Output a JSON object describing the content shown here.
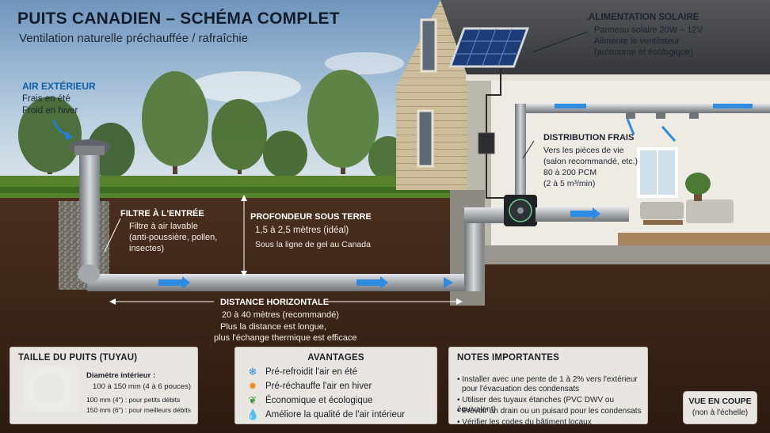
{
  "title": "PUITS CANADIEN – SCHÉMA COMPLET",
  "subtitle": "Ventilation naturelle préchauffée / rafraîchie",
  "air_exterieur": {
    "heading": "AIR EXTÉRIEUR",
    "line1": "Frais en été",
    "line2": "Froid en hiver"
  },
  "solaire": {
    "heading": "ALIMENTATION SOLAIRE",
    "line1": "Panneau solaire 20W – 12V",
    "line2": "Alimente le ventilateur",
    "line3": "(autonome et écologique)"
  },
  "distribution": {
    "heading": "DISTRIBUTION FRAIS",
    "line1": "Vers les pièces de vie",
    "line2": "(salon recommandé, etc.)",
    "line3": "80 à 200 PCM",
    "line4": "(2 à 5 m³/min)"
  },
  "filtre": {
    "heading": "FILTRE À L'ENTRÉE",
    "line1": "Filtre à air lavable",
    "line2": "(anti-poussière, pollen,",
    "line3": "insectes)"
  },
  "profondeur": {
    "heading": "PROFONDEUR SOUS TERRE",
    "line1": "1,5 à 2,5 mètres (idéal)",
    "line2": "Sous la ligne de gel au Canada"
  },
  "distance": {
    "heading": "DISTANCE HORIZONTALE",
    "line1": "20 à 40 mètres (recommandé)",
    "line2": "Plus la distance est longue,",
    "line3": "plus l'échange thermique est efficace"
  },
  "taille": {
    "heading": "TAILLE DU PUITS (TUYAU)",
    "diam_label": "Diamètre intérieur :",
    "diam_value": "100 à 150 mm (4 à 6 pouces)",
    "small": "100 mm (4\") : pour petits débits",
    "large": "150 mm (6\") : pour meilleurs débits"
  },
  "avantages": {
    "heading": "AVANTAGES",
    "items": [
      {
        "icon": "snowflake-icon",
        "color": "#2a8bd6",
        "text": "Pré-refroidit l'air en été"
      },
      {
        "icon": "sun-icon",
        "color": "#f08a1c",
        "text": "Pré-réchauffe l'air en hiver"
      },
      {
        "icon": "leaf-icon",
        "color": "#3c9a3a",
        "text": "Économique et écologique"
      },
      {
        "icon": "drop-icon",
        "color": "#2a8bd6",
        "text": "Améliore la qualité de l'air intérieur"
      }
    ]
  },
  "notes": {
    "heading": "NOTES IMPORTANTES",
    "items": [
      "• Installer avec une pente de 1 à 2% vers l'extérieur",
      "   pour l'évacuation des condensats",
      "• Utiliser des tuyaux étanches (PVC DWV ou équivalent)",
      "• Prévoir un drain ou un puisard pour les condensats",
      "• Vérifier les codes du bâtiment locaux"
    ]
  },
  "vue": {
    "line1": "VUE EN COUPE",
    "line2": "(non à l'échelle)"
  },
  "colors": {
    "accent_blue": "#0f5fa8",
    "pipe": "#a9adb2",
    "soil": "#3b2518",
    "grass": "#4f7a2a",
    "siding": "#c9b896",
    "roof": "#3d3f43"
  }
}
